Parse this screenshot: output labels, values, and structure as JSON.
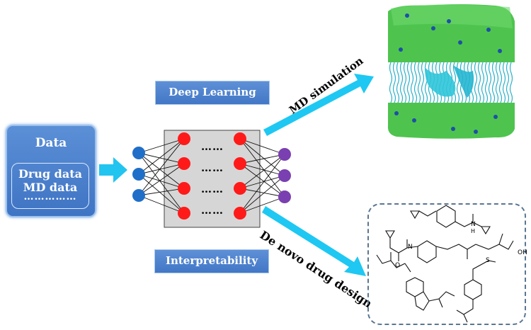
{
  "data_box": {
    "title": "Data",
    "line1": "Drug data",
    "line2": "MD data",
    "line3": "……………"
  },
  "deep_learning": {
    "label": "Deep Learning"
  },
  "interpretability": {
    "label": "Interpretability"
  },
  "md_simulation": {
    "label": "MD simulation"
  },
  "de_novo": {
    "label": "De novo drug design"
  },
  "network": {
    "hidden_dots": "……",
    "colors": {
      "input": "#1f6fc9",
      "hidden": "#ff1a1a",
      "output": "#7a3fb0",
      "panel": "#d6d6d6"
    }
  },
  "molecules": {
    "oh_label": "OH",
    "n_label": "N",
    "o_label": "O",
    "s_label": "S",
    "h_label": "H"
  },
  "colors": {
    "box_blue": "#4a80cc",
    "arrow_cyan": "#1ec8f2",
    "membrane_green": "#3fbf3f"
  }
}
